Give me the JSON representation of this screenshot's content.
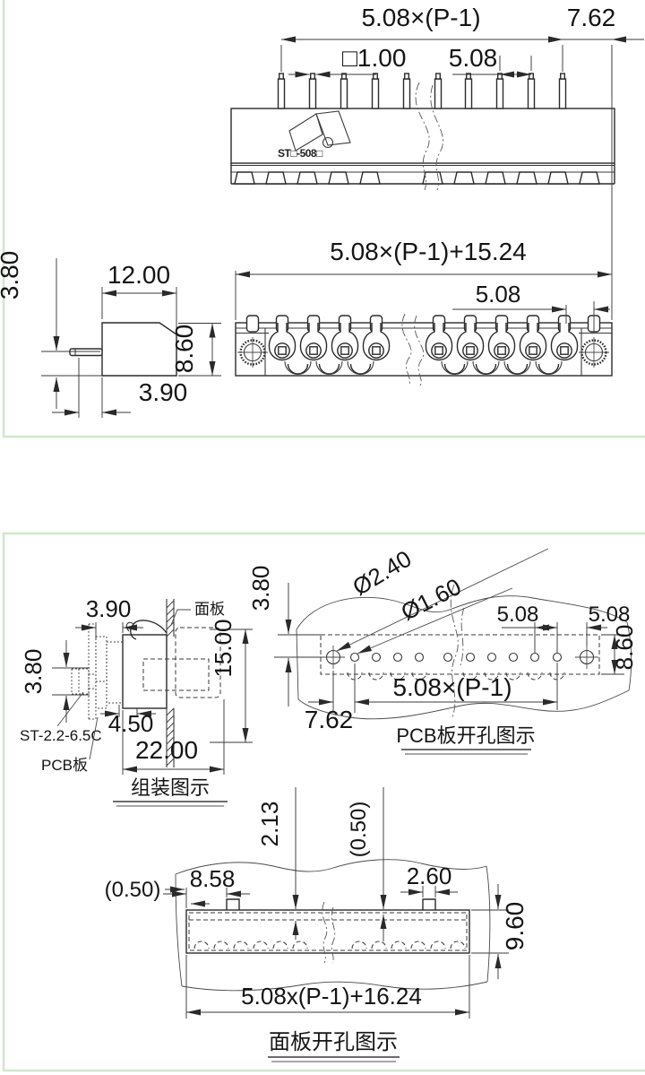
{
  "colors": {
    "panel_border": "#cfe8c8",
    "line": "#3a3a3a",
    "text": "#141414"
  },
  "panel1": {
    "top_view": {
      "dim_total": "5.08×(P-1)",
      "dim_end": "7.62",
      "dim_pin_square": "□1.00",
      "dim_pitch": "5.08",
      "marking": "ST□-508□"
    },
    "side_view": {
      "dim_width": "12.00",
      "dim_pin_offset": "3.80",
      "dim_height": "8.60",
      "dim_pin_length": "3.90"
    },
    "front_view": {
      "dim_total": "5.08×(P-1)+15.24",
      "dim_pitch_end": "5.08"
    }
  },
  "panel2": {
    "assembly": {
      "title": "组装图示",
      "label_panel": "面板",
      "label_screw": "ST-2.2-6.5C",
      "label_pcb": "PCB板",
      "dim_flange": "3.90",
      "dim_pin": "3.80",
      "dim_gap": "4.50",
      "dim_depth": "22.00",
      "dim_height": "15.00"
    },
    "pcb_holes": {
      "title": "PCB板开孔图示",
      "dim_offset": "3.80",
      "dim_hole_big": "Ø2.40",
      "dim_hole_small": "Ø1.60",
      "dim_pitch_a": "5.08",
      "dim_pitch_b": "5.08",
      "dim_height": "8.60",
      "dim_end": "7.62",
      "dim_total": "5.08×(P-1)"
    },
    "panel_cutout": {
      "title": "面板开孔图示",
      "dim_depth": "2.13",
      "dim_clear_top": "(0.50)",
      "dim_clear_left": "(0.50)",
      "dim_edge": "8.58",
      "dim_notch": "2.60",
      "dim_height": "9.60",
      "dim_total": "5.08x(P-1)+16.24"
    }
  }
}
